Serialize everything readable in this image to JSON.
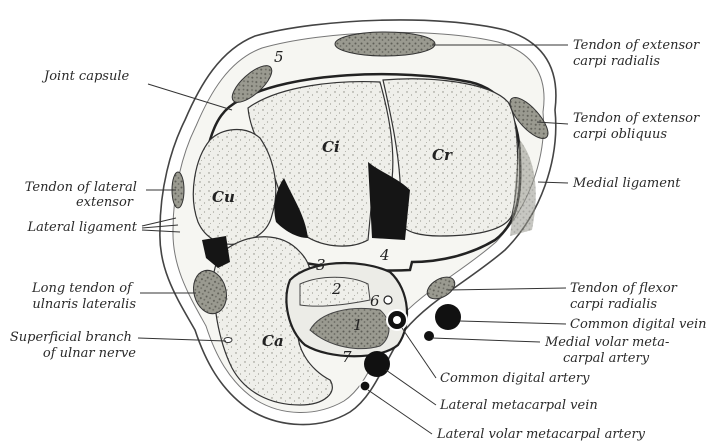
{
  "labels": {
    "tendon_ext_carpi_radialis": [
      "Tendon of extensor",
      "carpi radialis"
    ],
    "tendon_ext_carpi_obliquus": [
      "Tendon of extensor",
      "carpi obliquus"
    ],
    "medial_ligament": "Medial ligament",
    "joint_capsule": "Joint capsule",
    "tendon_lateral_extensor": [
      "Tendon of lateral",
      "extensor"
    ],
    "lateral_ligament": "Lateral ligament",
    "long_tendon_ulnaris": [
      "Long tendon of",
      "ulnaris lateralis"
    ],
    "superficial_branch": [
      "Superficial branch",
      "of ulnar nerve"
    ],
    "tendon_flexor_carpi_radialis": [
      "Tendon of flexor",
      "carpi radialis"
    ],
    "common_digital_vein": "Common digital vein",
    "medial_volar_artery": [
      "Medial volar meta-",
      "carpal artery"
    ],
    "common_digital_artery": "Common digital artery",
    "lateral_metacarpal_vein": "Lateral metacarpal vein",
    "lateral_volar_artery": "Lateral volar metacarpal artery"
  },
  "bones": {
    "ci": "Ci",
    "cr": "Cr",
    "cu": "Cu",
    "ca": "Ca"
  },
  "numbers": [
    "1",
    "2",
    "3",
    "4",
    "5",
    "6",
    "7"
  ]
}
